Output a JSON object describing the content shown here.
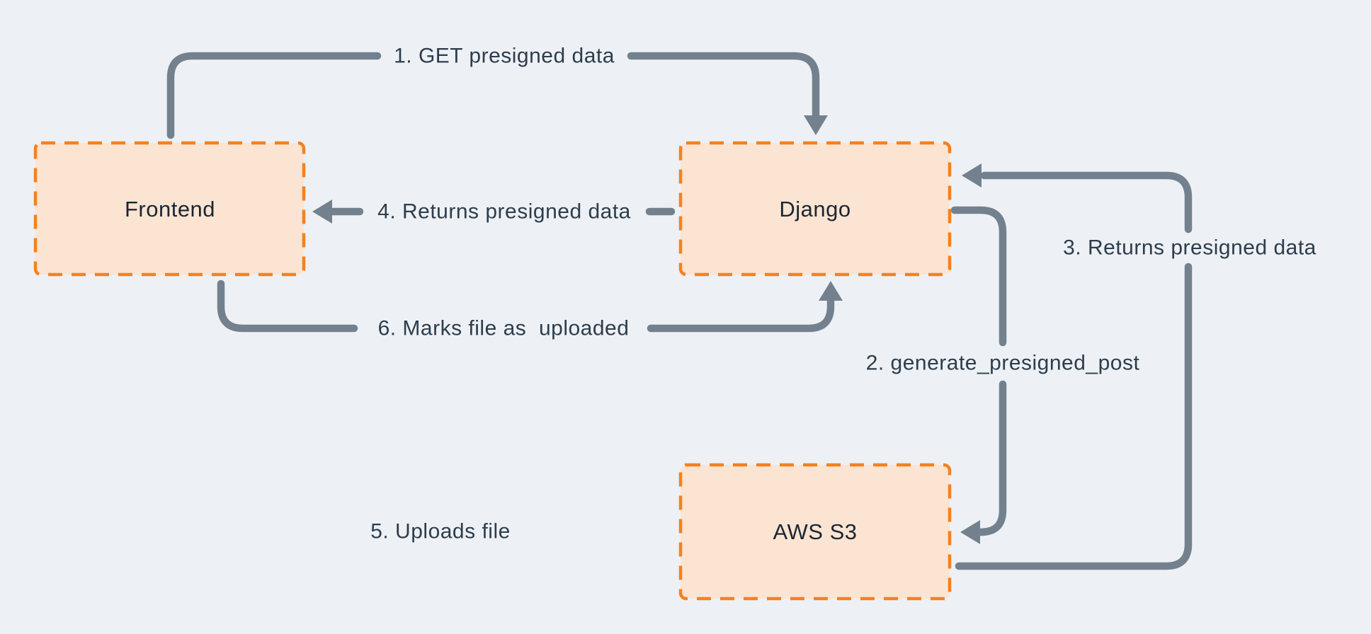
{
  "diagram": {
    "nodes": [
      {
        "id": "frontend",
        "label": "Frontend"
      },
      {
        "id": "django",
        "label": "Django"
      },
      {
        "id": "aws-s3",
        "label": "AWS S3"
      }
    ],
    "edges": [
      {
        "step": "1",
        "label": "1. GET presigned data",
        "from": "Frontend",
        "to": "Django"
      },
      {
        "step": "2",
        "label": "2. generate_presigned_post",
        "from": "Django",
        "to": "AWS S3"
      },
      {
        "step": "3",
        "label": "3. Returns presigned data",
        "from": "AWS S3",
        "to": "Django"
      },
      {
        "step": "4",
        "label": "4. Returns presigned data",
        "from": "Django",
        "to": "Frontend"
      },
      {
        "step": "5",
        "label": "5. Uploads file",
        "from": "Frontend",
        "to": "AWS S3"
      },
      {
        "step": "6",
        "label": "6. Marks file as  uploaded",
        "from": "Frontend",
        "to": "Django"
      }
    ],
    "colors": {
      "background": "#edf1f5",
      "node_fill": "#fce4d3",
      "node_border": "#f5811e",
      "arrow": "#73818f",
      "edge_text": "#2e3d4c",
      "node_text": "#1b2631"
    }
  }
}
